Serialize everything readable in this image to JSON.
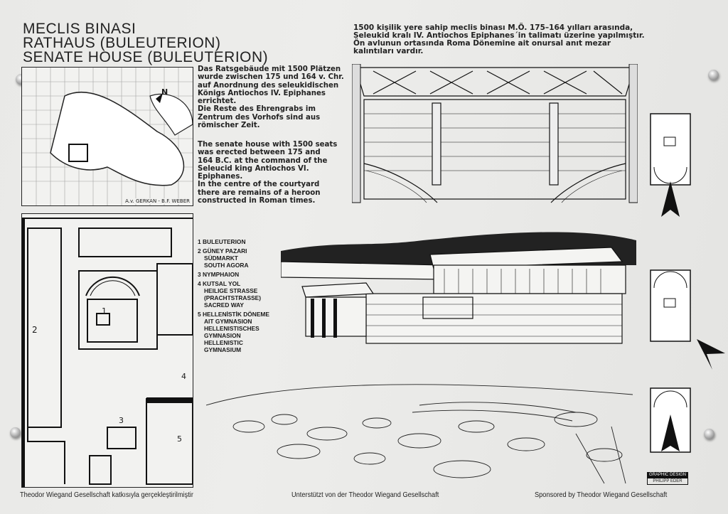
{
  "titles": [
    "MECLIS BINASI",
    "RATHAUS (BULEUTERION)",
    "SENATE HOUSE (BULEUTERION)"
  ],
  "turkish_text": [
    "1500 kişilik yere sahip meclis binası M.Ö. 175–164 yılları arasında,",
    "Seleukid kralı IV. Antiochos  Epiphanes´in talimatı üzerine yapılmıştır.",
    "Ön avlunun ortasında Roma Dönemine ait onursal anıt mezar",
    "kalıntıları vardır."
  ],
  "german_text": [
    "Das Ratsgebäude mit 1500 Plätzen",
    "wurde zwischen 175 und 164 v. Chr.",
    "auf  Anordnung des seleukidischen",
    "Königs Antiochos  IV. Epiphanes",
    "errichtet.",
    "Die Reste des Ehrengrabs im",
    "Zentrum des Vorhofs  sind aus",
    "römischer Zeit."
  ],
  "english_text": [
    "The senate house with 1500 seats",
    "was erected between 175 and",
    "164 B.C. at the command of the",
    "Seleucid king Antiochos  VI.",
    "Epiphanes.",
    "In the centre of the courtyard",
    "there are remains of a heroon",
    "constructed in Roman times."
  ],
  "map": {
    "credit": "A.v. GERKAN - B.F. WEBER",
    "north": "N"
  },
  "plan_numbers": [
    "1",
    "2",
    "3",
    "4",
    "5"
  ],
  "legend": [
    {
      "num": "1",
      "lines": [
        "BULEUTERION"
      ]
    },
    {
      "num": "2",
      "lines": [
        "GÜNEY  PAZARI",
        "SÜDMARKT",
        "SOUTH  AGORA"
      ]
    },
    {
      "num": "3",
      "lines": [
        "NYMPHAION"
      ]
    },
    {
      "num": "4",
      "lines": [
        "KUTSAL  YOL",
        "HEILIGE  STRASSE",
        "(PRACHTSTRASSE)",
        "SACRED  WAY"
      ]
    },
    {
      "num": "5",
      "lines": [
        "HELLENİSTİK  DÖNEME",
        "AIT  GYMNASION",
        "HELLENISTISCHES",
        "GYMNASION",
        "HELLENISTIC",
        "GYMNASIUM"
      ]
    }
  ],
  "footer": {
    "turkish": "Theodor Wiegand Gesellschaft katkısıyla gerçekleştirilmiştir",
    "german": "Unterstützt von der Theodor Wiegand Gesellschaft",
    "english": "Sponsored by Theodor Wiegand Gesellschaft"
  },
  "design_badge": {
    "line1": "GRAPHIC DESIGN",
    "line2": "PHILIPP EDER"
  }
}
